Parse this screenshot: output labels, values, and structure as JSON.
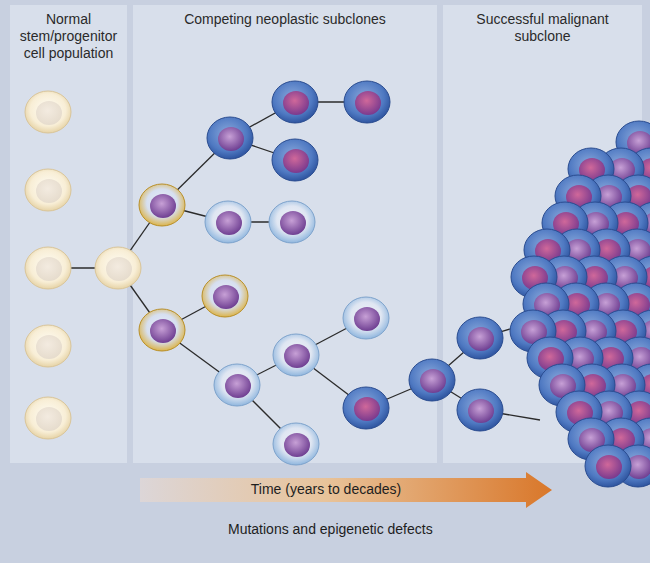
{
  "diagram": {
    "nodes": [
      {
        "text": [
          "Normal stem/progenitor cell population"
        ]
      },
      {
        "text": [
          "Competing neoplastic subclones"
        ]
      },
      {
        "text": [
          "Successful malignant subclone"
        ]
      },
      {
        "text": [
          "Time (years to decades)"
        ]
      }
    ],
    "labels": [
      "Mutations and epigenetic defects"
    ]
  }
}
